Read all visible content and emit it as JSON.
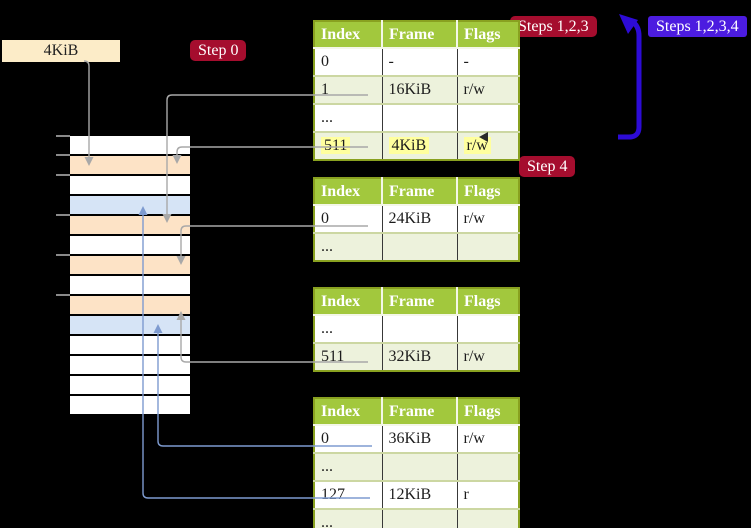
{
  "labels": {
    "frame_tag": "4KiB",
    "step0": "Step 0",
    "steps_123": "Steps 1,2,3",
    "steps_1234": "Steps 1,2,3,4",
    "step4": "Step 4"
  },
  "colors": {
    "step_badge": "#a50d2e",
    "steps_all_badge": "#4c1ce0",
    "big_arrow": "#2d0bd6",
    "gray_connector": "#a8a8a8",
    "blue_connector": "#7e9bd0",
    "table_header_bg": "#a2c83d",
    "table_row_shade": "#edf2dc",
    "highlight": "#ffff9e",
    "frame_tag_bg": "#fcecc8",
    "memory_free": "#ffffff",
    "memory_pagetable": "#fde3c6",
    "memory_page": "#d6e4f6"
  },
  "memory": {
    "rows": [
      "free",
      "pagetable",
      "free",
      "page",
      "pagetable",
      "free",
      "pagetable",
      "free",
      "pagetable",
      "page",
      "free",
      "free",
      "free",
      "free"
    ],
    "ticks_y": [
      135,
      154,
      174,
      214,
      254,
      294
    ]
  },
  "tables": [
    {
      "name": "page-table-step0",
      "headers": [
        "Index",
        "Frame",
        "Flags"
      ],
      "rows": [
        {
          "cells": [
            "0",
            "-",
            "-"
          ]
        },
        {
          "cells": [
            "1",
            "16KiB",
            "r/w"
          ]
        },
        {
          "cells": [
            "...",
            "",
            ""
          ]
        },
        {
          "cells": [
            "511",
            "4KiB",
            "r/w"
          ]
        }
      ]
    },
    {
      "name": "page-table-step1",
      "headers": [
        "Index",
        "Frame",
        "Flags"
      ],
      "rows": [
        {
          "cells": [
            "0",
            "24KiB",
            "r/w"
          ]
        },
        {
          "cells": [
            "...",
            "",
            ""
          ]
        }
      ]
    },
    {
      "name": "page-table-step2",
      "headers": [
        "Index",
        "Frame",
        "Flags"
      ],
      "rows": [
        {
          "cells": [
            "...",
            "",
            ""
          ]
        },
        {
          "cells": [
            "511",
            "32KiB",
            "r/w"
          ]
        }
      ]
    },
    {
      "name": "page-table-step3",
      "headers": [
        "Index",
        "Frame",
        "Flags"
      ],
      "rows": [
        {
          "cells": [
            "0",
            "36KiB",
            "r/w"
          ]
        },
        {
          "cells": [
            "...",
            "",
            ""
          ]
        },
        {
          "cells": [
            "127",
            "12KiB",
            "r"
          ]
        },
        {
          "cells": [
            "...",
            "",
            ""
          ]
        }
      ]
    }
  ]
}
